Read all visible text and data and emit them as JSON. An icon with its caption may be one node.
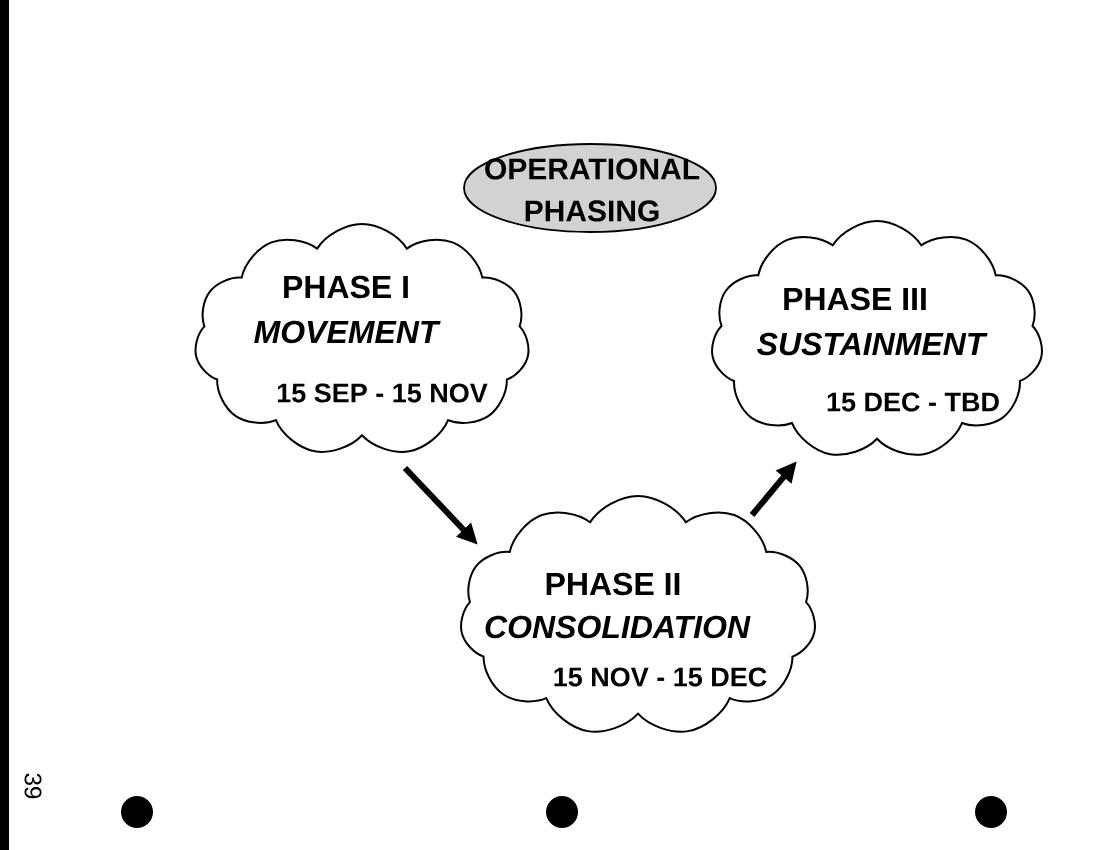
{
  "diagram": {
    "nodes": [
      {
        "text": [
          "OPERATIONAL PHASING"
        ]
      },
      {
        "text": [
          "PHASE I",
          "MOVEMENT",
          "15 SEP - 15 NOV"
        ]
      },
      {
        "text": [
          "PHASE II",
          "CONSOLIDATION",
          "15 NOV - 15 DEC"
        ]
      },
      {
        "text": [
          "PHASE III",
          "SUSTAINMENT",
          "15 DEC - TBD"
        ]
      }
    ],
    "edges": [
      {
        "from": 1,
        "to": 2,
        "arrow": "to"
      },
      {
        "from": 2,
        "to": 3,
        "arrow": "to"
      }
    ],
    "labels": [
      "39"
    ]
  }
}
